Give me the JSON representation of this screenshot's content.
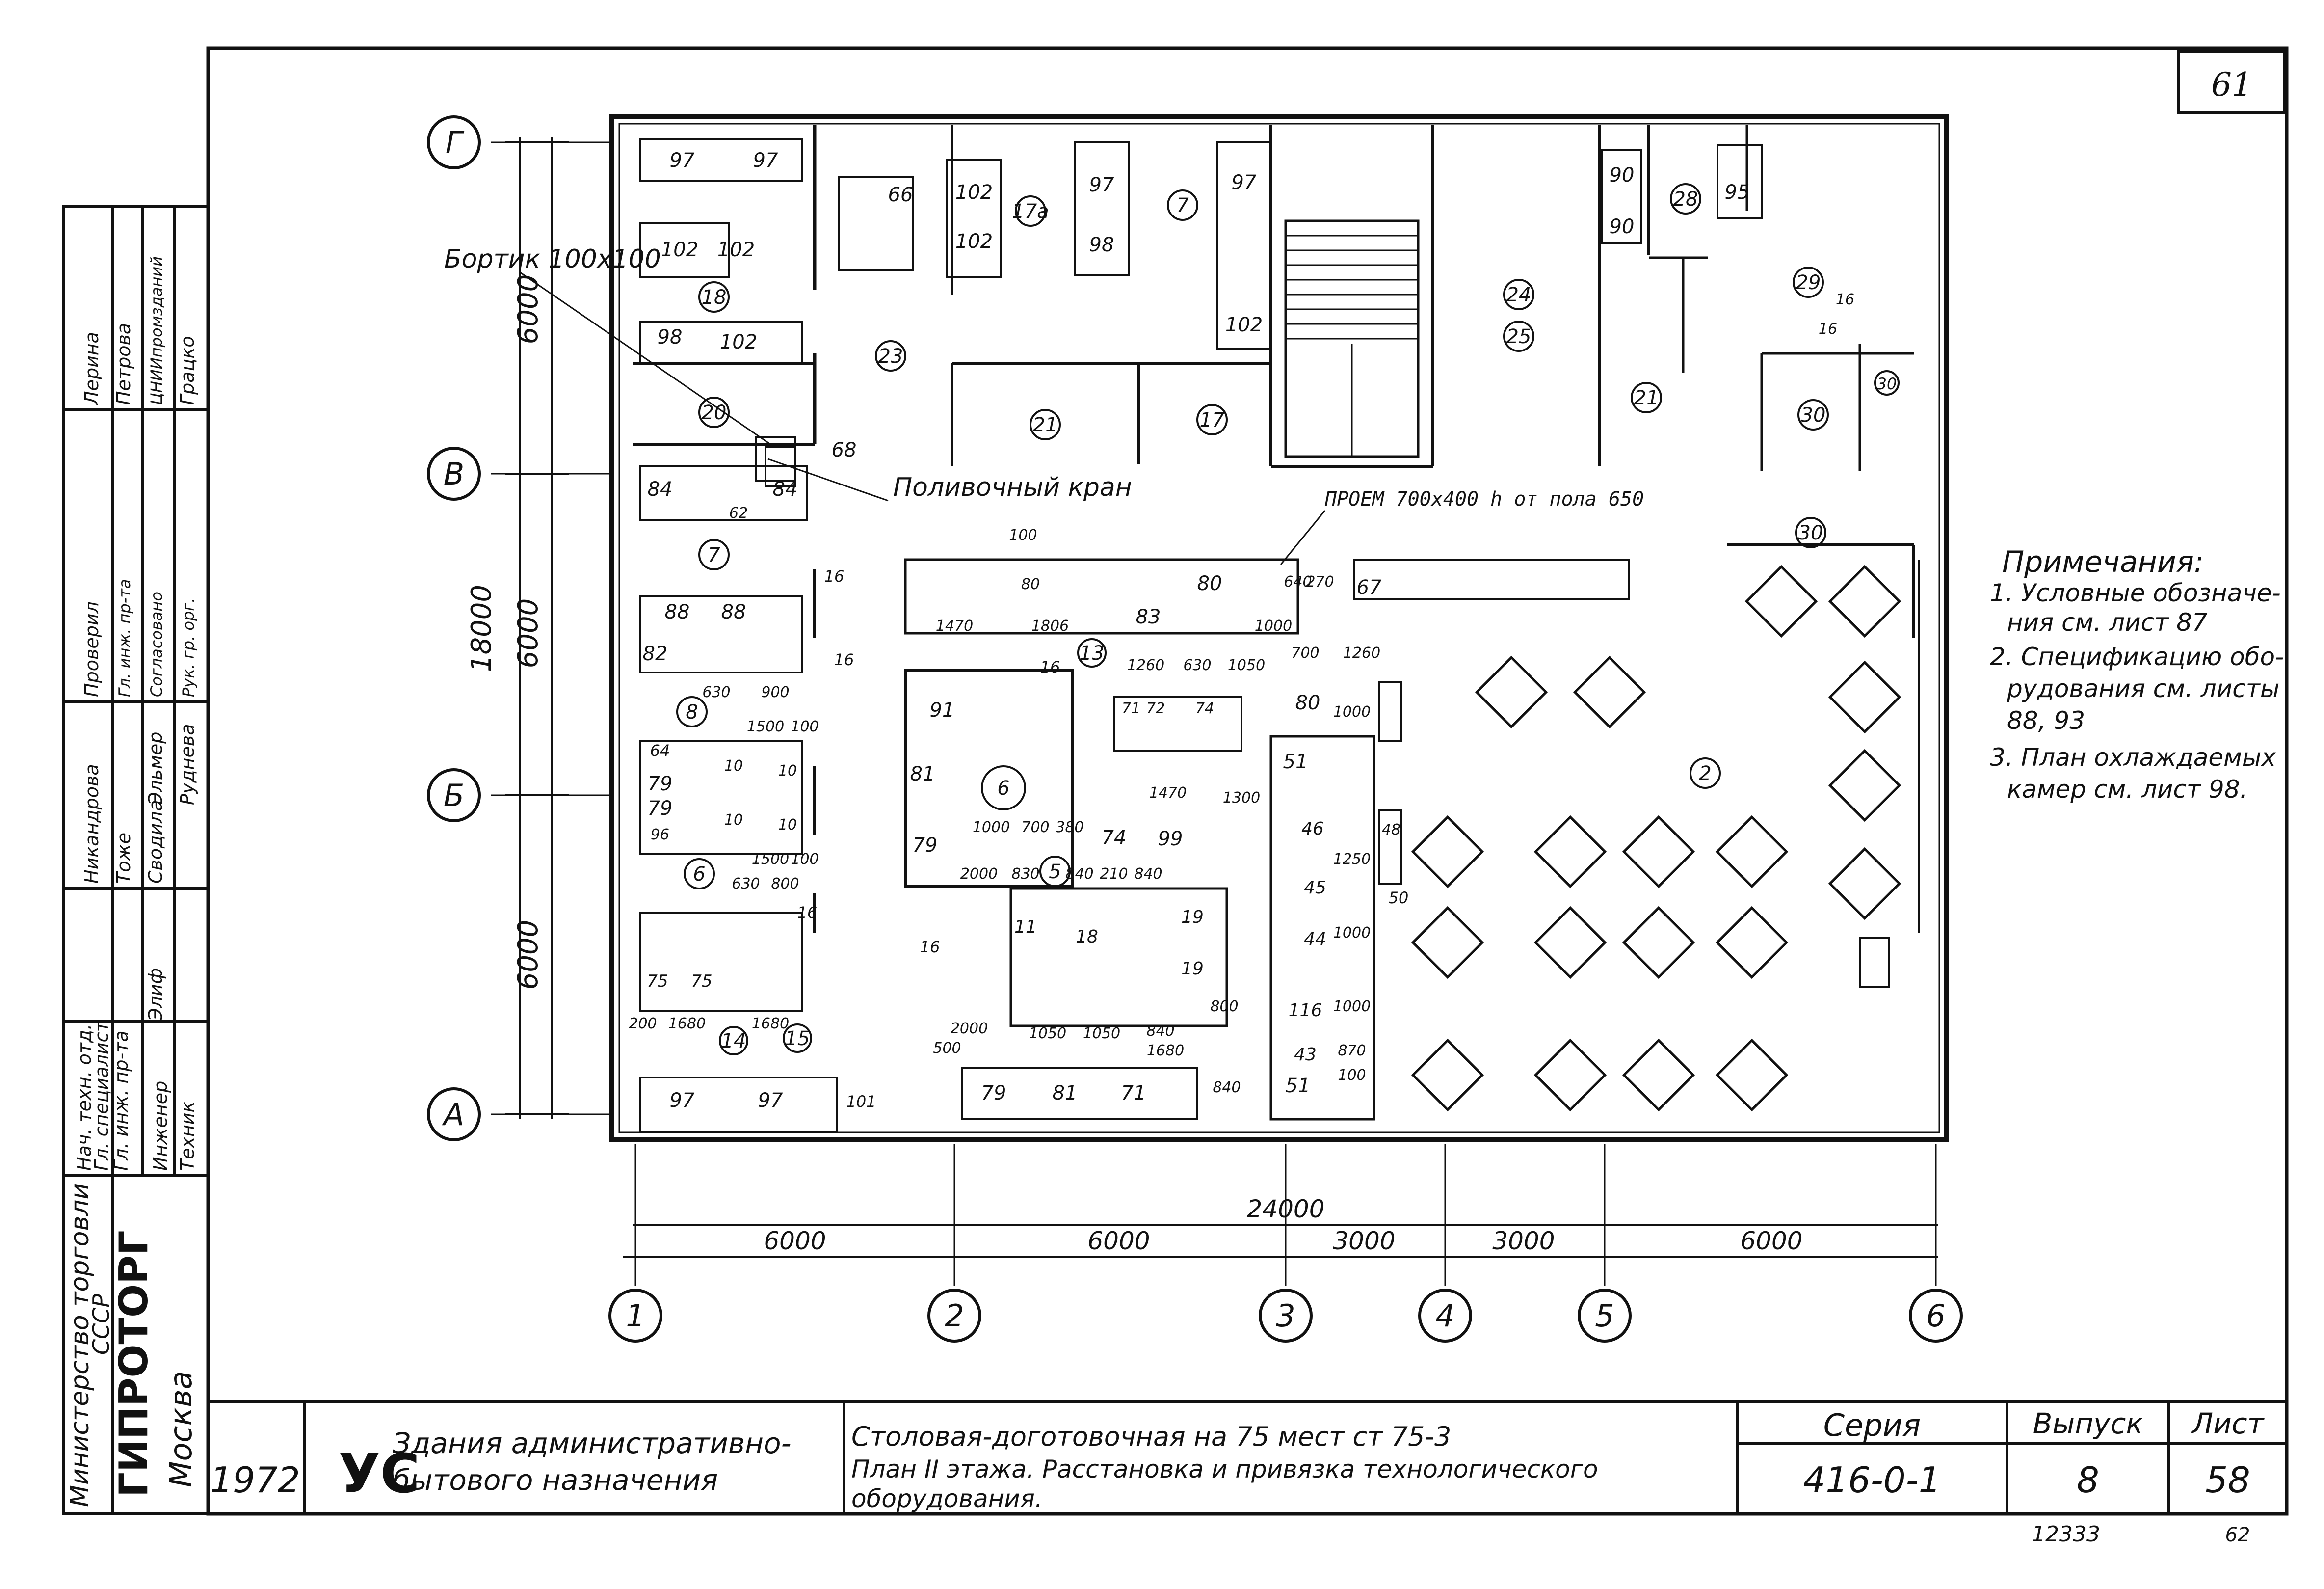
{
  "sheet_number_top": "61",
  "axes": {
    "letters": [
      "Г",
      "В",
      "Б",
      "А"
    ],
    "numbers": [
      "1",
      "2",
      "3",
      "4",
      "5",
      "6"
    ]
  },
  "dimensions": {
    "vertical_total": "18000",
    "vertical_parts": [
      "6000",
      "6000",
      "6000"
    ],
    "horizontal_total": "24000",
    "horizontal_parts": [
      "6000",
      "6000",
      "3000",
      "3000",
      "6000"
    ]
  },
  "labels": {
    "bortik": "Бортик 100х100",
    "crane": "Поливочный кран",
    "opening": "ПРОЕМ 700х400 h от пола 650"
  },
  "notes": {
    "title": "Примечания:",
    "lines": [
      "1. Условные обозначе-",
      "ния см. лист 87",
      "2. Спецификацию обо-",
      "рудования см. листы",
      "88, 93",
      "3. План охлаждаемых",
      "камер см. лист 98."
    ]
  },
  "rooms": [
    "18",
    "23",
    "17а",
    "7",
    "24",
    "25",
    "28",
    "29",
    "20",
    "21",
    "17",
    "21",
    "30",
    "30",
    "30",
    "7",
    "8",
    "6",
    "13",
    "6",
    "5",
    "14",
    "15",
    "2",
    "16"
  ],
  "equipment": [
    "97",
    "97",
    "66",
    "102",
    "102",
    "97",
    "98",
    "97",
    "102",
    "90",
    "90",
    "95",
    "102",
    "102",
    "98",
    "102",
    "68",
    "84",
    "62",
    "84",
    "88",
    "88",
    "82",
    "82",
    "80",
    "67",
    "83",
    "91",
    "71",
    "72",
    "74",
    "80",
    "51",
    "81",
    "79",
    "74",
    "99",
    "64",
    "79",
    "79",
    "96",
    "10",
    "10",
    "10",
    "10",
    "11",
    "18",
    "19",
    "19",
    "46",
    "45",
    "44",
    "116",
    "43",
    "51",
    "75",
    "75",
    "97",
    "97",
    "101",
    "79",
    "81",
    "71",
    "16",
    "16",
    "16",
    "16",
    "16",
    "16",
    "50",
    "48"
  ],
  "interior_dims": [
    "1470",
    "1806",
    "100",
    "80",
    "1000",
    "640",
    "270",
    "1260",
    "630",
    "1050",
    "700",
    "1260",
    "630",
    "900",
    "1500",
    "100",
    "1470",
    "1300",
    "1000",
    "700",
    "380",
    "2000",
    "830",
    "840",
    "210",
    "840",
    "1500",
    "100",
    "630",
    "800",
    "200",
    "1680",
    "1680",
    "2000",
    "500",
    "1050",
    "1050",
    "840",
    "1680",
    "800",
    "1000",
    "1250",
    "1000",
    "1000",
    "840",
    "100",
    "870"
  ],
  "left_block": {
    "vertical_text": [
      "Министерство торговли",
      "СССР",
      "ГИПРОТОРГ",
      "Москва"
    ],
    "rows": [
      {
        "role": "Нач. техн. отд.",
        "name": ""
      },
      {
        "role": "Гл. специалист",
        "name": ""
      },
      {
        "role": "Гл. инж. пр-та",
        "name": ""
      },
      {
        "role": "Инженер",
        "name": "Элиф"
      },
      {
        "role": "Техник",
        "name": ""
      },
      {
        "role": "",
        "name": "Никандрова"
      },
      {
        "role": "Тоже",
        "name": ""
      },
      {
        "role": "Сводила",
        "name": "Эльмер"
      },
      {
        "role": "",
        "name": "Руднева"
      },
      {
        "role": "Проверил",
        "name": ""
      },
      {
        "role": "Гл. инж. пр-та",
        "name": ""
      },
      {
        "role": "Согласовано",
        "name": ""
      },
      {
        "role": "Рук. гр. орг.",
        "name": ""
      },
      {
        "role": "",
        "name": "Лерина"
      },
      {
        "role": "",
        "name": "Петрова"
      },
      {
        "role": "",
        "name": "ЦНИИпромзданий"
      },
      {
        "role": "",
        "name": "Грацко"
      }
    ]
  },
  "title_block": {
    "year": "1972",
    "logo": "УС",
    "category_line1": "Здания административно-",
    "category_line2": "бытового назначения",
    "desc_line1": "Столовая-доготовочная на 75 мест ст 75-3",
    "desc_line2": "План II этажа. Расстановка и привязка технологического",
    "desc_line3": "оборудования.",
    "series_label": "Серия",
    "series_value": "416-0-1",
    "issue_label": "Выпуск",
    "issue_value": "8",
    "sheet_label": "Лист",
    "sheet_value": "58",
    "bottom_code": "12333",
    "bottom_page": "62"
  }
}
